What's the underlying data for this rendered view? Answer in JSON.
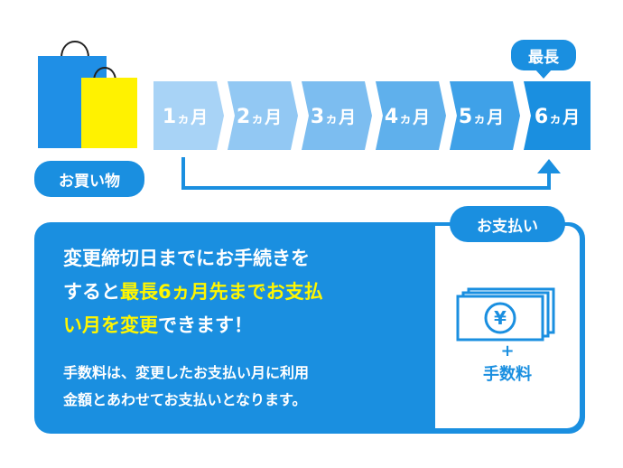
{
  "badges": {
    "shopping": "お買い物",
    "longest": "最長",
    "payment": "お支払い"
  },
  "steps": [
    {
      "num": "1",
      "unit": "ヵ",
      "month": "月",
      "color": "#a8d3f6"
    },
    {
      "num": "2",
      "unit": "ヵ",
      "month": "月",
      "color": "#92c8f3"
    },
    {
      "num": "3",
      "unit": "ヵ",
      "month": "月",
      "color": "#7cbdf0"
    },
    {
      "num": "4",
      "unit": "ヵ",
      "month": "月",
      "color": "#5fb0ec"
    },
    {
      "num": "5",
      "unit": "ヵ",
      "month": "月",
      "color": "#3fa1e8"
    },
    {
      "num": "6",
      "unit": "ヵ",
      "month": "月",
      "color": "#1a8fe0"
    }
  ],
  "main": {
    "line1": "変更締切日までにお手続きを",
    "line2_pre": "すると",
    "line2_hl": "最長6ヵ月先までお支払",
    "line3_hl": "い月を変更",
    "line3_post": "できます！",
    "note_line1": "手数料は、変更したお支払い月に利用",
    "note_line2": "金額とあわせてお支払いとなります。"
  },
  "fee": {
    "plus": "+",
    "label": "手数料",
    "yen": "¥"
  },
  "colors": {
    "blue": "#1a8fe0",
    "yellow": "#fff600",
    "bag_blue": "#1f8fe6",
    "bag_yellow": "#fff200"
  },
  "icons": [
    "shopping-bags-icon",
    "banknote-icon",
    "arrow-up-icon"
  ]
}
